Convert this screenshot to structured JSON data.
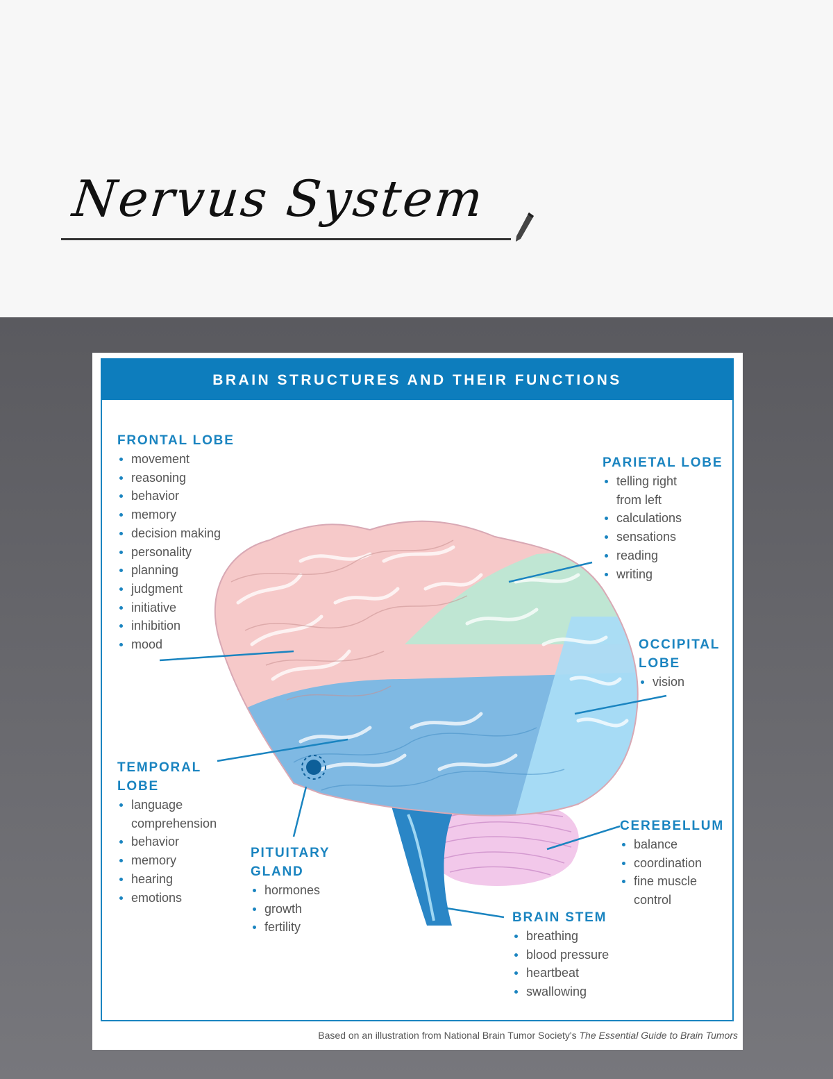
{
  "note": {
    "handwritten_title": "Nervus System"
  },
  "figure": {
    "title": "BRAIN STRUCTURES AND THEIR FUNCTIONS",
    "regions": {
      "frontal_lobe": {
        "heading": "FRONTAL LOBE",
        "items": [
          "movement",
          "reasoning",
          "behavior",
          "memory",
          "decision making",
          "personality",
          "planning",
          "judgment",
          "initiative",
          "inhibition",
          "mood"
        ]
      },
      "parietal_lobe": {
        "heading": "PARIETAL LOBE",
        "items": [
          "telling right\nfrom left",
          "calculations",
          "sensations",
          "reading",
          "writing"
        ]
      },
      "occipital_lobe": {
        "heading": "OCCIPITAL\nLOBE",
        "items": [
          "vision"
        ]
      },
      "temporal_lobe": {
        "heading": "TEMPORAL\nLOBE",
        "items": [
          "language\ncomprehension",
          "behavior",
          "memory",
          "hearing",
          "emotions"
        ]
      },
      "pituitary_gland": {
        "heading": "PITUITARY\nGLAND",
        "items": [
          "hormones",
          "growth",
          "fertility"
        ]
      },
      "cerebellum": {
        "heading": "CEREBELLUM",
        "items": [
          "balance",
          "coordination",
          "fine muscle\ncontrol"
        ]
      },
      "brain_stem": {
        "heading": "BRAIN STEM",
        "items": [
          "breathing",
          "blood pressure",
          "heartbeat",
          "swallowing"
        ]
      }
    },
    "credit": {
      "prefix": "Based on an illustration from National Brain Tumor Society's ",
      "source": "The Essential Guide to Brain Tumors"
    },
    "colors": {
      "accent": "#1a84c0",
      "frontal": "#f6c9c9",
      "parietal": "#bfe6d3",
      "temporal": "#7fb9e3",
      "occipital": "#a9dcf5",
      "cerebellum": "#f2c8ea",
      "brain_stem": "#2a86c6"
    }
  }
}
